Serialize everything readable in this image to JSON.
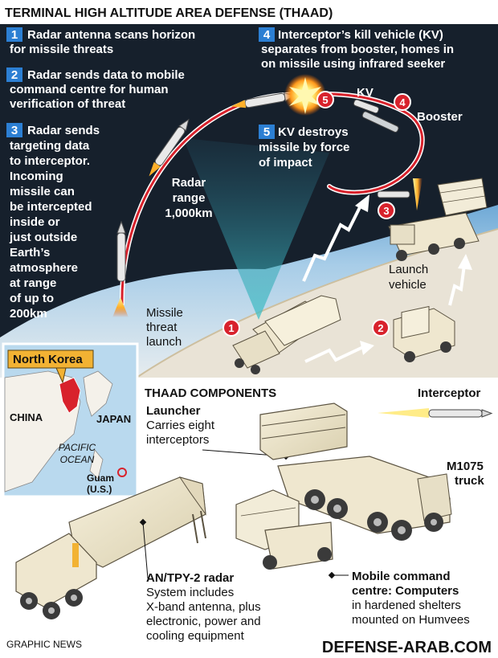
{
  "title": "TERMINAL HIGH ALTITUDE AREA DEFENSE (THAAD)",
  "steps": [
    {
      "num": "1",
      "lines": [
        "Radar antenna scans horizon",
        "for missile threats"
      ]
    },
    {
      "num": "2",
      "lines": [
        "Radar sends data to mobile",
        "command centre for human",
        "verification of threat"
      ]
    },
    {
      "num": "3",
      "lines": [
        "Radar sends",
        "targeting data",
        "to interceptor.",
        "Incoming",
        "missile can",
        "be intercepted",
        "inside or",
        "just outside",
        "Earth’s",
        "atmosphere",
        "at range",
        "of up to",
        "200km"
      ]
    },
    {
      "num": "4",
      "lines": [
        "Interceptor’s kill vehicle (KV)",
        "separates from booster, homes in",
        "on missile using infrared seeker"
      ]
    },
    {
      "num": "5",
      "lines": [
        "KV destroys",
        "missile by force",
        "of impact"
      ]
    }
  ],
  "scene": {
    "radar_range": [
      "Radar",
      "range",
      "1,000km"
    ],
    "kv_label": "KV",
    "booster_label": "Booster",
    "launch_vehicle": [
      "Launch",
      "vehicle"
    ],
    "missile_threat": [
      "Missile",
      "threat",
      "launch"
    ],
    "markers": [
      "1",
      "2",
      "3",
      "4",
      "5"
    ]
  },
  "map": {
    "north_korea": "North Korea",
    "china": "CHINA",
    "japan": "JAPAN",
    "pacific": [
      "PACIFIC",
      "OCEAN"
    ],
    "guam": [
      "Guam",
      "(U.S.)"
    ]
  },
  "components": {
    "heading": "THAAD COMPONENTS",
    "interceptor": "Interceptor",
    "launcher": {
      "title": "Launcher",
      "lines": [
        "Carries eight",
        "interceptors"
      ]
    },
    "truck": [
      "M1075",
      "truck"
    ],
    "radar": {
      "title": "AN/TPY-2 radar",
      "lines": [
        "System includes",
        "X-band antenna, plus",
        "electronic, power and",
        "cooling equipment"
      ]
    },
    "command": {
      "title": "Mobile command",
      "lines": [
        "centre: Computers",
        "in hardened shelters",
        "mounted on Humvees"
      ]
    }
  },
  "credit": "GRAPHIC NEWS",
  "watermark": "DEFENSE-ARAB.COM",
  "colors": {
    "sky": "#16202c",
    "marker": "#d8222c",
    "step_box": "#2c7fd3",
    "trajectory": "#d8222c",
    "ground": "#e9e3d6",
    "map_sea": "#b9d9ee"
  }
}
